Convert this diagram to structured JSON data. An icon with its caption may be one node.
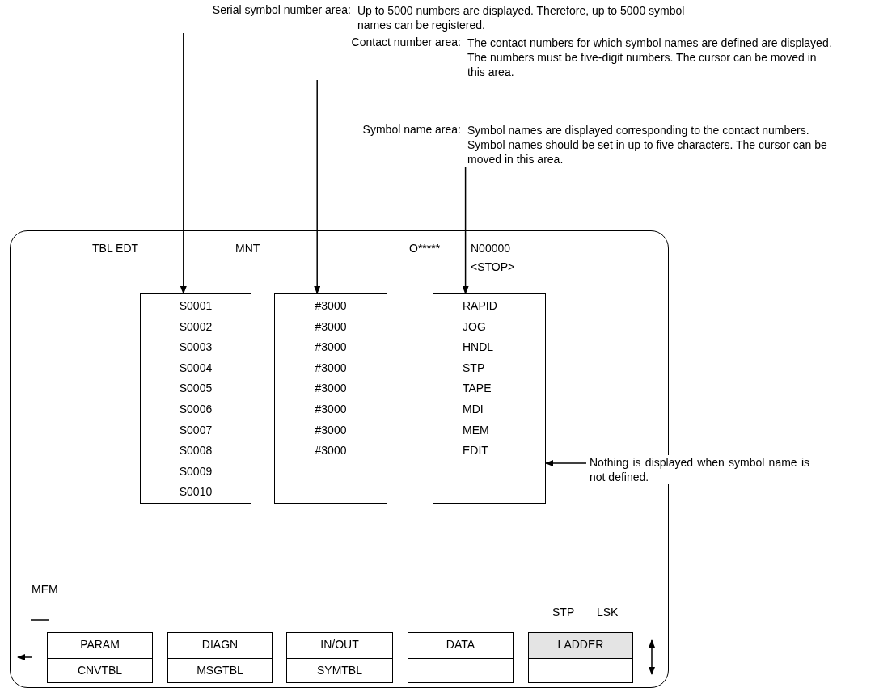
{
  "diagram": {
    "nodes": [
      {
        "text": [
          "Serial symbol number area:",
          "Up to 5000 numbers are displayed. Therefore, up to 5000 symbol names can be registered."
        ]
      },
      {
        "text": [
          "Contact number area:",
          "The contact numbers for which symbol names are defined are displayed. The numbers must be five-digit numbers. The cursor can be moved in this area."
        ]
      },
      {
        "text": [
          "Symbol name area:",
          "Symbol names are displayed corresponding to the contact numbers. Symbol names should be set in up to five characters. The cursor can be moved in this area."
        ]
      },
      {
        "text": [],
        "shape": "box"
      },
      {
        "text": [
          "S0001",
          "S0002",
          "S0003",
          "S0004",
          "S0005",
          "S0006",
          "S0007",
          "S0008",
          "S0009",
          "S0010"
        ],
        "in": 3
      },
      {
        "text": [
          "#3000",
          "#3000",
          "#3000",
          "#3000",
          "#3000",
          "#3000",
          "#3000",
          "#3000"
        ],
        "in": 3
      },
      {
        "text": [
          "RAPID",
          "JOG",
          "HNDL",
          "STP",
          "TAPE",
          "MDI",
          "MEM",
          "EDIT"
        ],
        "in": 3
      },
      {
        "text": [
          "Nothing is displayed when symbol name is not defined."
        ]
      },
      {
        "text": [
          "PARAM",
          "CNVTBL"
        ],
        "in": 3
      },
      {
        "text": [
          "DIAGN",
          "MSGTBL"
        ],
        "in": 3
      },
      {
        "text": [
          "IN/OUT",
          "SYMTBL"
        ],
        "in": 3
      },
      {
        "text": [
          "DATA"
        ],
        "in": 3
      },
      {
        "text": [
          "LADDER"
        ],
        "in": 3
      }
    ],
    "edges": [
      {
        "from": 0,
        "to": 4,
        "arrow": "to"
      },
      {
        "from": 1,
        "to": 5,
        "arrow": "to"
      },
      {
        "from": 2,
        "to": 6,
        "arrow": "to"
      },
      {
        "from": 7,
        "to": 6,
        "arrow": "to"
      }
    ],
    "labels": [
      "TBL EDT",
      "MNT",
      "O*****",
      "N00000",
      "<STOP>",
      "MEM",
      "STP",
      "LSK"
    ]
  }
}
